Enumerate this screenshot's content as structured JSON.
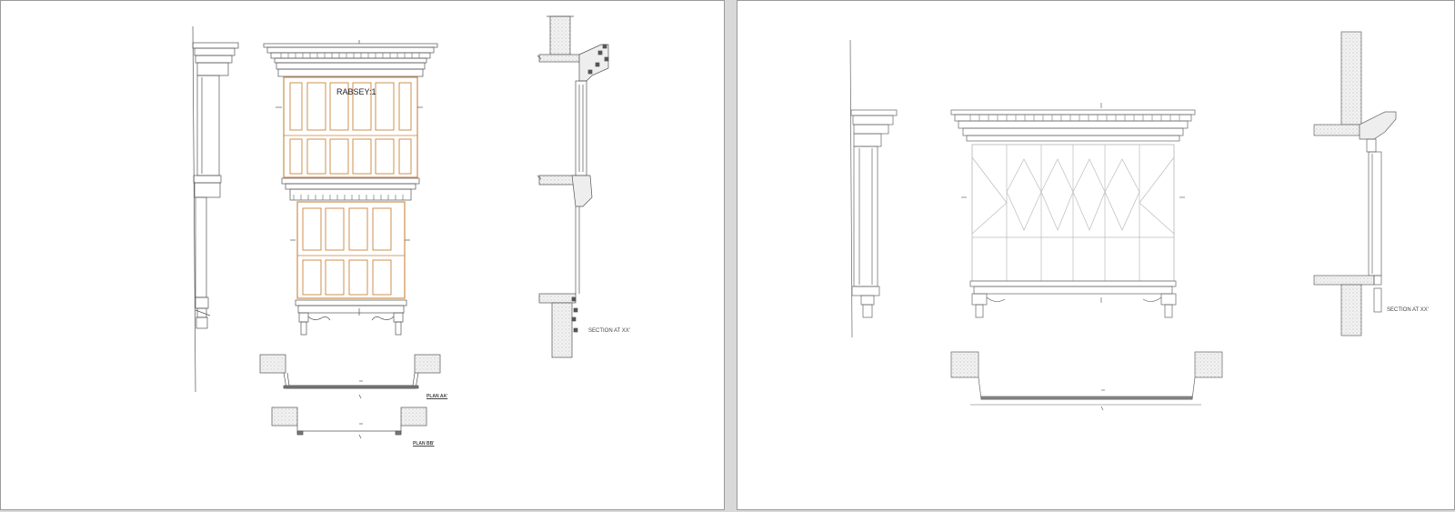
{
  "sheets": [
    {
      "name": "left",
      "labels": {
        "bay_title": "RABSEY:1",
        "section": "SECTION AT XX'",
        "plan_a": "PLAN AA'",
        "plan_b": "PLAN BB'"
      }
    },
    {
      "name": "right",
      "labels": {
        "section": "SECTION AT XX'"
      }
    }
  ],
  "colors": {
    "frame_orange": "#c8843f",
    "line": "#555555",
    "light_line": "#9a9a9a",
    "hatch": "#bdbdbd"
  }
}
